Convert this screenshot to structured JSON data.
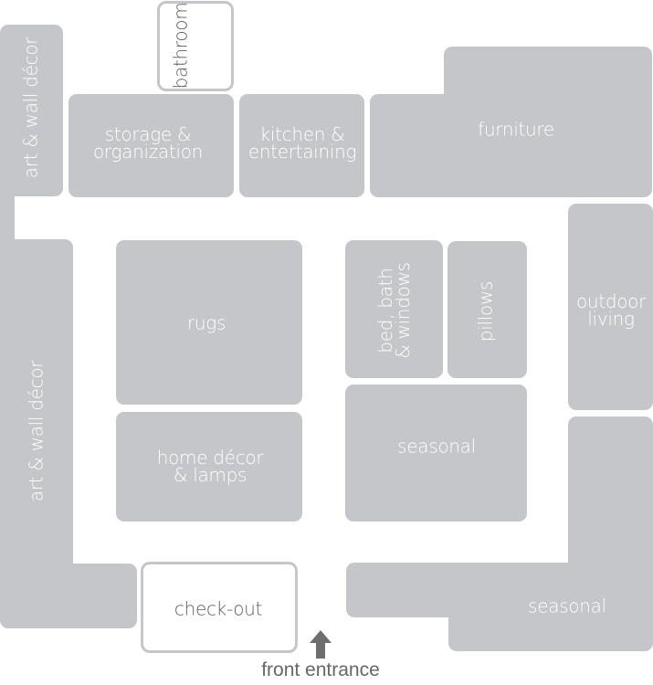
{
  "map_title": "store floor plan",
  "colors": {
    "zone_fill": "#c5c6c9",
    "zone_text": "#ffffff",
    "outline_text": "#5b5b5b",
    "entrance_arrow": "#6e6e6e"
  },
  "zones": {
    "art_top": "art & wall décor",
    "bathroom": "bathroom",
    "storage": "storage &\norganization",
    "kitchen": "kitchen &\nentertaining",
    "furniture": "furniture",
    "rugs": "rugs",
    "bed_bath": "bed, bath\n& windows",
    "pillows": "pillows",
    "outdoor": "outdoor\nliving",
    "art_left": "art & wall décor",
    "home_decor": "home décor\n& lamps",
    "seasonal_center": "seasonal",
    "seasonal_bottom": "seasonal",
    "checkout": "check-out"
  },
  "entrance": {
    "label": "front entrance",
    "icon": "up-arrow-icon"
  }
}
